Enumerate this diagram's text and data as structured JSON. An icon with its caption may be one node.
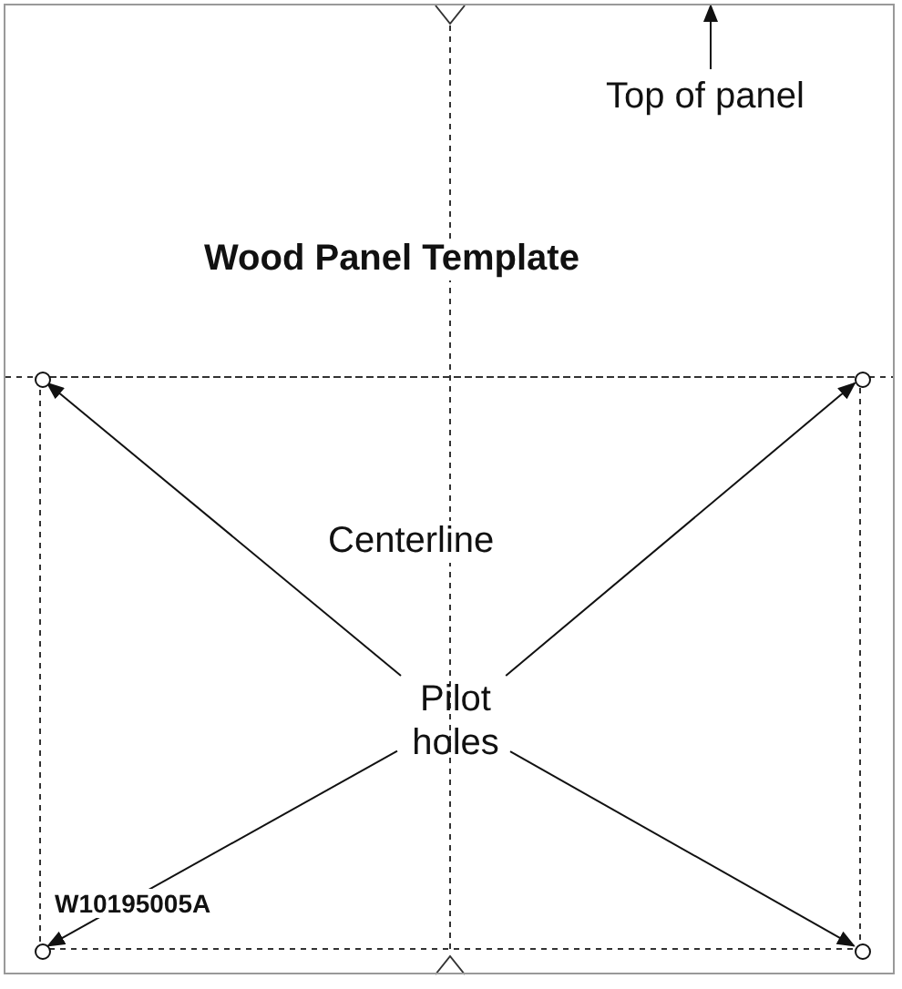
{
  "diagram": {
    "title": "Wood Panel Template",
    "nodes": [
      {
        "text": [],
        "shape": "box"
      },
      {
        "text": [
          "Top of panel"
        ],
        "in": 0
      },
      {
        "text": [
          "Pilot holes"
        ],
        "in": 0
      },
      {
        "text": [],
        "shape": "circle",
        "in": 0
      },
      {
        "text": [],
        "shape": "circle",
        "in": 0
      },
      {
        "text": [],
        "shape": "circle",
        "in": 0
      },
      {
        "text": [],
        "shape": "circle",
        "in": 0
      }
    ],
    "edges": [
      {
        "from": 1,
        "to": 0,
        "arrow": "to"
      },
      {
        "from": 2,
        "to": 3,
        "arrow": "to"
      },
      {
        "from": 2,
        "to": 4,
        "arrow": "to"
      },
      {
        "from": 2,
        "to": 5,
        "arrow": "to"
      },
      {
        "from": 2,
        "to": 6,
        "arrow": "to"
      }
    ],
    "labels": [
      "Centerline",
      "W10195005A"
    ]
  }
}
